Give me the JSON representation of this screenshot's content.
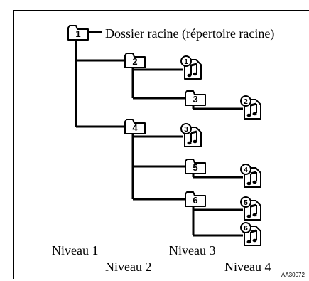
{
  "root_label": "Dossier racine (répertoire racine)",
  "levels": {
    "level1": "Niveau 1",
    "level2": "Niveau 2",
    "level3": "Niveau 3",
    "level4": "Niveau 4"
  },
  "folders": [
    {
      "id": "folder-1",
      "number": "1"
    },
    {
      "id": "folder-2",
      "number": "2"
    },
    {
      "id": "folder-3",
      "number": "3"
    },
    {
      "id": "folder-4",
      "number": "4"
    },
    {
      "id": "folder-5",
      "number": "5"
    },
    {
      "id": "folder-6",
      "number": "6"
    }
  ],
  "tracks": [
    {
      "id": "track-1",
      "number": "1"
    },
    {
      "id": "track-2",
      "number": "2"
    },
    {
      "id": "track-3",
      "number": "3"
    },
    {
      "id": "track-4",
      "number": "4"
    },
    {
      "id": "track-5",
      "number": "5"
    },
    {
      "id": "track-6",
      "number": "6"
    }
  ],
  "figure_code": "AA30072"
}
